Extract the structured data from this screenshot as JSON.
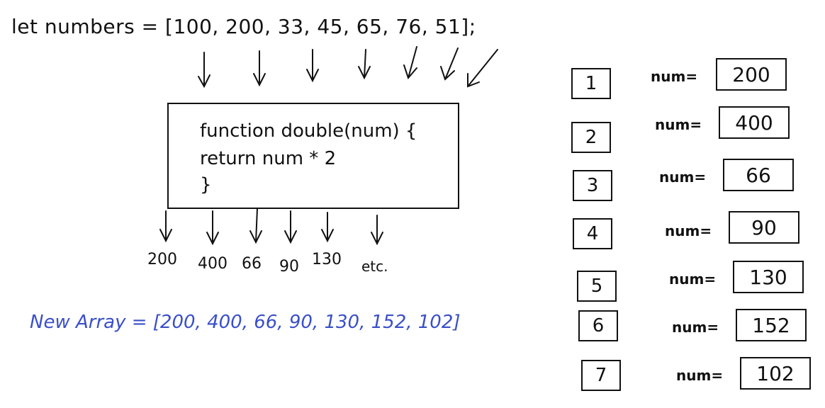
{
  "title": "let numbers = [100, 200, 33, 45, 65, 76, 51];",
  "function_lines": [
    "function double(num) {",
    "return num * 2",
    "}"
  ],
  "outputs": [
    "200",
    "400",
    "66",
    "90",
    "130",
    "etc."
  ],
  "new_array": "New Array = [200, 400, 66, 90, 130, 152, 102]",
  "num_label": "num=",
  "steps": [
    {
      "index": "1",
      "value": "200"
    },
    {
      "index": "2",
      "value": "400"
    },
    {
      "index": "3",
      "value": "66"
    },
    {
      "index": "4",
      "value": "90"
    },
    {
      "index": "5",
      "value": "130"
    },
    {
      "index": "6",
      "value": "152"
    },
    {
      "index": "7",
      "value": "102"
    }
  ],
  "colors": {
    "ink": "#111111",
    "accent": "#3a4fc9"
  }
}
